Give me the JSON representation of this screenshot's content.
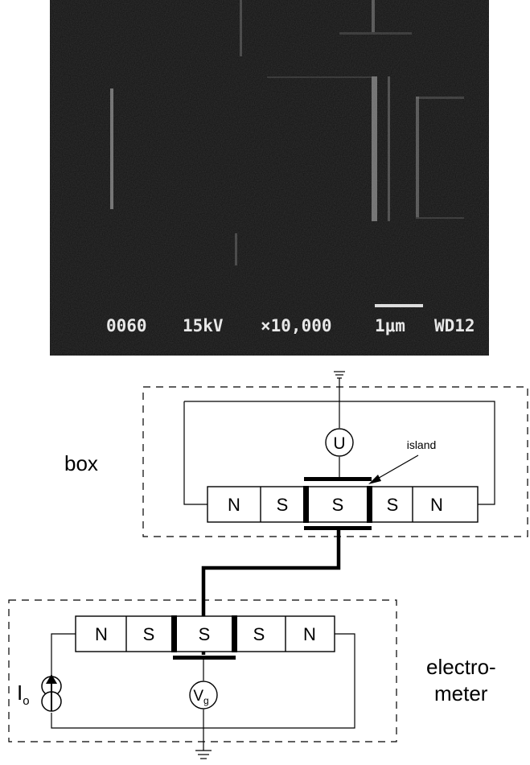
{
  "micrograph": {
    "databar": {
      "code": "0060",
      "voltage": "15kV",
      "magnification": "×10,000",
      "scale": "1μm",
      "wd": "WD12"
    }
  },
  "circuit": {
    "box_label": "box",
    "island_label": "island",
    "electrometer_label_1": "electro-",
    "electrometer_label_2": "meter",
    "source_U": "U",
    "source_Vg_main": "V",
    "source_Vg_sub": "g",
    "current_main": "I",
    "current_sub": "o",
    "box_chain": [
      "N",
      "S",
      "S",
      "S",
      "N"
    ],
    "electrometer_chain": [
      "N",
      "S",
      "S",
      "S",
      "N"
    ]
  },
  "colors": {
    "micrograph_bg": "#111111",
    "line": "#000000"
  }
}
